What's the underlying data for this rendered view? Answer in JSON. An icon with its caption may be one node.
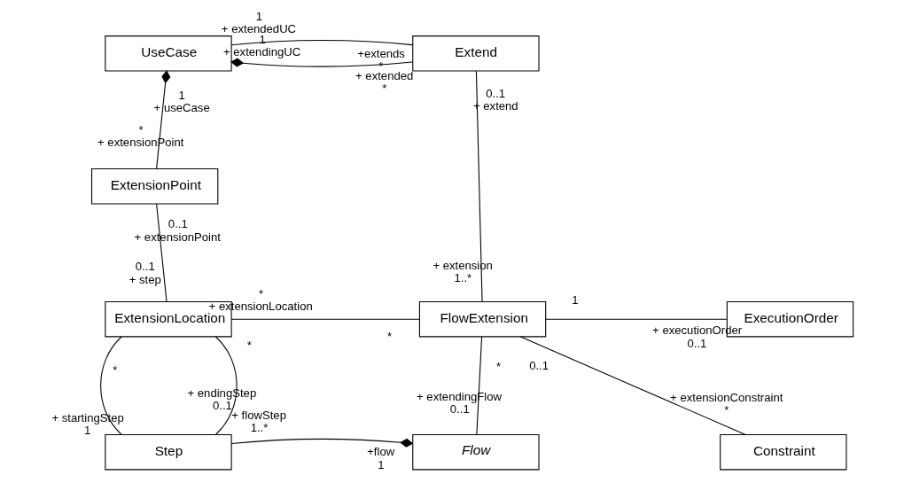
{
  "diagram": {
    "nodes": [
      {
        "text": [
          "UseCase"
        ]
      },
      {
        "text": [
          "Extend"
        ]
      },
      {
        "text": [
          "ExtensionPoint"
        ]
      },
      {
        "text": [
          "ExtensionLocation"
        ]
      },
      {
        "text": [
          "FlowExtension"
        ]
      },
      {
        "text": [
          "ExecutionOrder"
        ]
      },
      {
        "text": [
          "Step"
        ]
      },
      {
        "text": [
          "Flow"
        ]
      },
      {
        "text": [
          "Constraint"
        ]
      }
    ],
    "edges": [
      {
        "from": 0,
        "to": 1,
        "arrow": "other"
      },
      {
        "from": 0,
        "to": 1,
        "arrow": "none"
      },
      {
        "from": 0,
        "to": 2,
        "arrow": "other"
      },
      {
        "from": 1,
        "to": 4,
        "arrow": "none"
      },
      {
        "from": 2,
        "to": 3,
        "arrow": "none"
      },
      {
        "from": 3,
        "to": 4,
        "arrow": "none"
      },
      {
        "from": 4,
        "to": 5,
        "arrow": "none"
      },
      {
        "from": 4,
        "to": 8,
        "arrow": "none"
      },
      {
        "from": 3,
        "to": 6,
        "arrow": "none"
      },
      {
        "from": 3,
        "to": 6,
        "arrow": "none"
      },
      {
        "from": 4,
        "to": 7,
        "arrow": "none"
      },
      {
        "from": 7,
        "to": 6,
        "arrow": "other"
      }
    ],
    "labels": [
      "1",
      "+ extendingUC",
      "+ extended",
      "*",
      "1",
      "+ extendedUC",
      "+extends",
      "*",
      "1",
      "+ useCase",
      "*",
      "+ extensionPoint",
      "0..1",
      "+ extend",
      "+ extension",
      "1..*",
      "0..1",
      "+ extensionPoint",
      "0..1",
      "+ step",
      "*",
      "+ extensionLocation",
      "*",
      "1",
      "+ executionOrder",
      "0..1",
      "0..1",
      "+ extensionConstraint",
      "*",
      "*",
      "+ startingStep",
      "1",
      "*",
      "+ endingStep",
      "0..1",
      "*",
      "+ extendingFlow",
      "0..1",
      "+flow",
      "1",
      "+ flowStep",
      "1..*"
    ]
  }
}
